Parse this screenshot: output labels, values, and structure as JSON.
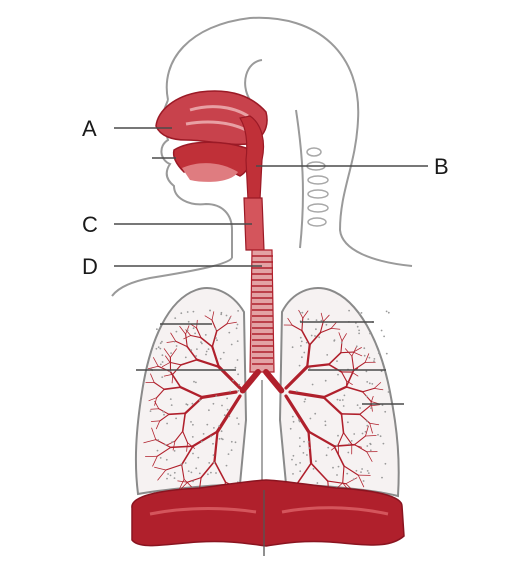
{
  "labels": {
    "a": "A",
    "b": "B",
    "c": "C",
    "d": "D"
  },
  "colors": {
    "outline": "#9a9a9a",
    "organ_dark": "#b0202c",
    "organ_mid": "#c8424c",
    "organ_light": "#df7c80",
    "leader": "#4a4a4a"
  }
}
